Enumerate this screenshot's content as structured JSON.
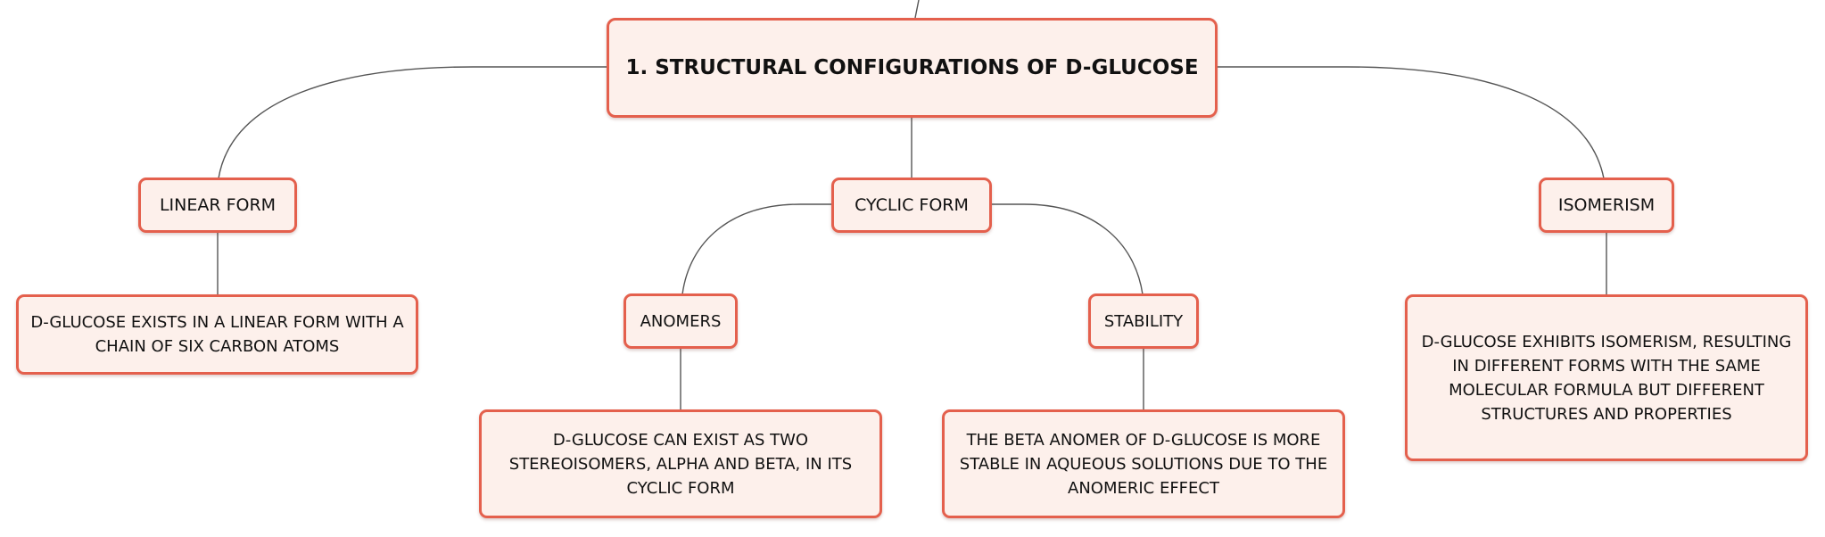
{
  "diagram": {
    "root": {
      "label": "1. STRUCTURAL CONFIGURATIONS OF D-GLUCOSE"
    },
    "linear": {
      "label": "LINEAR FORM",
      "detail": "D-GLUCOSE EXISTS IN A LINEAR FORM WITH A CHAIN OF SIX CARBON ATOMS"
    },
    "cyclic": {
      "label": "CYCLIC FORM",
      "anomers": {
        "label": "ANOMERS",
        "detail": "D-GLUCOSE CAN EXIST AS TWO STEREOISOMERS, ALPHA AND BETA, IN ITS CYCLIC FORM"
      },
      "stability": {
        "label": "STABILITY",
        "detail": "THE BETA ANOMER OF D-GLUCOSE IS MORE STABLE IN AQUEOUS SOLUTIONS DUE TO THE ANOMERIC EFFECT"
      }
    },
    "isomerism": {
      "label": "ISOMERISM",
      "detail": "D-GLUCOSE EXHIBITS ISOMERISM, RESULTING IN DIFFERENT FORMS WITH THE SAME MOLECULAR FORMULA BUT DIFFERENT STRUCTURES AND PROPERTIES"
    }
  },
  "colors": {
    "node_fill": "#fdf0eb",
    "node_border": "#e4604d",
    "connector": "#555555",
    "text": "#111111"
  }
}
